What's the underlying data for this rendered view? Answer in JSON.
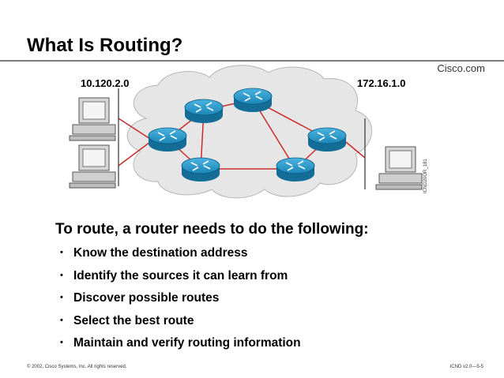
{
  "slide": {
    "title": "What Is Routing?",
    "brand": "Cisco.com",
    "diagram": {
      "left_network": "10.120.2.0",
      "right_network": "172.16.1.0",
      "figure_code": "ICND20OR_181"
    },
    "lead": "To route, a router needs to do the following:",
    "bullets": [
      "Know the destination address",
      "Identify the sources it can learn from",
      "Discover possible routes",
      "Select the best route",
      "Maintain and verify routing information"
    ],
    "footer_left": "© 2002, Cisco Systems, Inc. All rights reserved.",
    "footer_right": "ICND v2.0—5-5"
  },
  "colors": {
    "router": "#1f8fbf",
    "link": "#cc2a2a",
    "cloud": "#e6e6e6"
  }
}
